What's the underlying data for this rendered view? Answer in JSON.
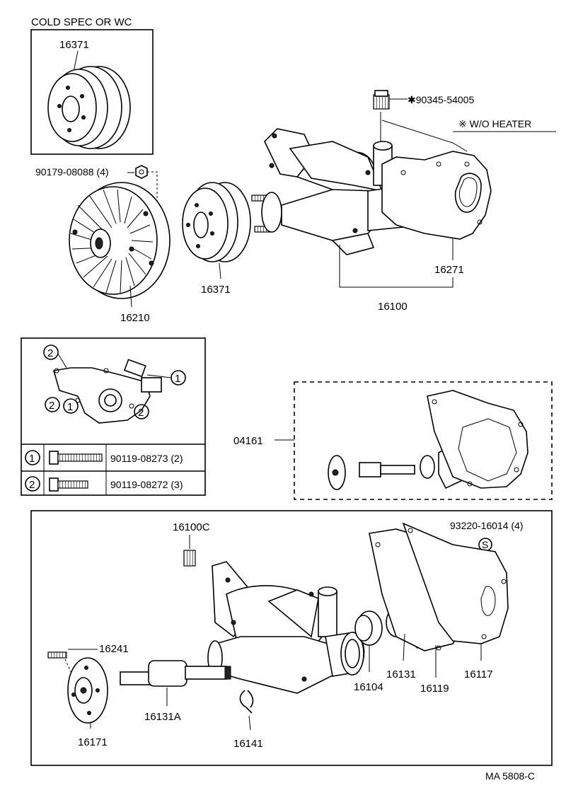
{
  "title": "",
  "footer_code": "MA 5808-C",
  "cold_spec": {
    "header": "COLD SPEC OR WC",
    "part": "16371"
  },
  "labels": {
    "p90345": "✱90345-54005",
    "wo_heater": "※ W/O HEATER",
    "p90179": "90179-08088 (4)",
    "p16371": "16371",
    "p16210": "16210",
    "p16271": "16271",
    "p16100": "16100",
    "p04161": "04161",
    "p16100C": "16100C",
    "p93220": "93220-16014 (4)",
    "p16241": "16241",
    "p16171": "16171",
    "p16131A": "16131A",
    "p16141": "16141",
    "p16104": "16104",
    "p16131": "16131",
    "p16119": "16119",
    "p16117": "16117"
  },
  "bolt_legend": {
    "callouts": [
      "2",
      "1",
      "2",
      "1",
      "2"
    ],
    "rows": [
      {
        "key": "1",
        "part": "90119-08273 (2)"
      },
      {
        "key": "2",
        "part": "90119-08272 (3)"
      }
    ]
  },
  "icons": {
    "circle_s": "S",
    "fan_clutch": "fan-clutch-icon",
    "pulley": "pulley-icon",
    "pump": "water-pump-icon"
  }
}
